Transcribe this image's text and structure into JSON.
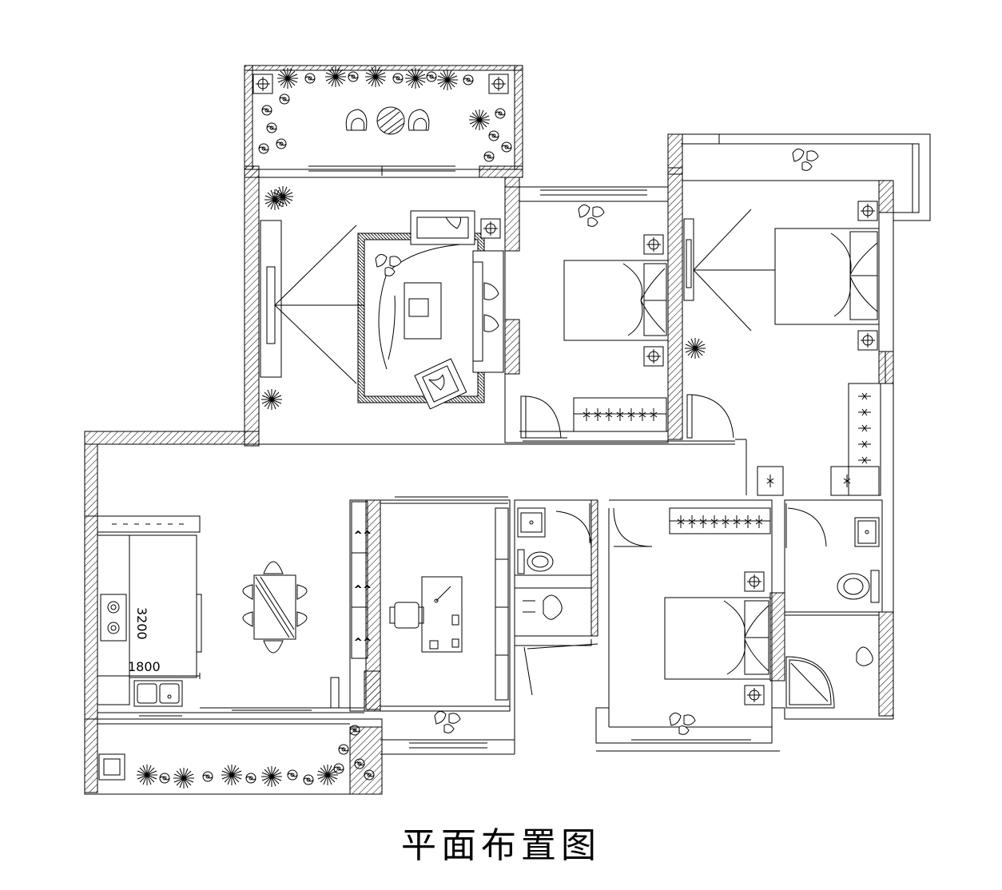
{
  "drawing": {
    "title": "平面布置图",
    "dimensions": {
      "kitchen_length": "3200",
      "kitchen_width": "1800"
    },
    "colors": {
      "line": "#000000",
      "background": "#ffffff",
      "hatch": "#000000"
    }
  }
}
